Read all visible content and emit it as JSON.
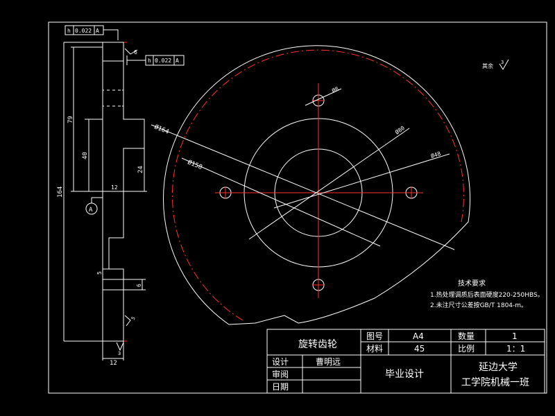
{
  "side_view": {
    "tolerance_top": {
      "symbol": "h",
      "value": "0.022",
      "datum": "A"
    },
    "tolerance_right": {
      "symbol": "h",
      "value": "0.022",
      "datum": "A"
    },
    "roughness_top": "6",
    "dim_total_height": "164",
    "dim_79": "79",
    "dim_40": "40",
    "dim_24": "24",
    "dim_5": "5",
    "dim_6": "6",
    "dim_12": "12",
    "roughness_right": "5",
    "roughness_bottom": "3",
    "datum_label": "A"
  },
  "front_view": {
    "dia_164": "Ø164",
    "dia_158": "Ø158",
    "dia_8": "Ø8",
    "dia_80": "Ø80",
    "dia_48": "Ø48",
    "surface_note": "其余",
    "surface_value": "3"
  },
  "tech_req": {
    "title": "技术要求",
    "line1": "1.热处理调质后表面硬度220-250HBS。",
    "line2": "2.未注尺寸公差按GB/T 1804-m。"
  },
  "title_block": {
    "part_name": "旋转齿轮",
    "drawing_no_label": "图号",
    "drawing_no": "A4",
    "quantity_label": "数量",
    "quantity": "1",
    "material_label": "材料",
    "material": "45",
    "scale_label": "比例",
    "scale": "1：1",
    "design_label": "设计",
    "designer": "曹明远",
    "review_label": "审阅",
    "date_label": "日期",
    "project": "毕业设计",
    "school": "延边大学",
    "class_name": "工学院机械一班"
  }
}
